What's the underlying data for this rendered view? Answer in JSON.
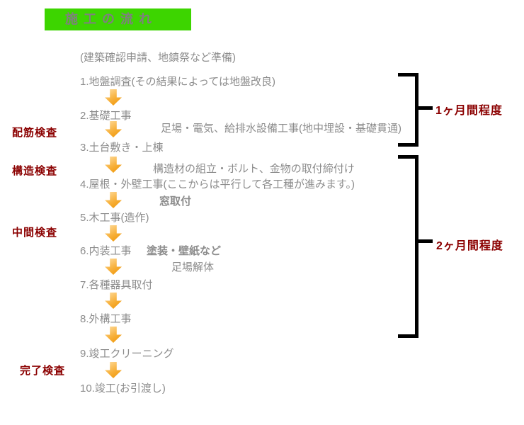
{
  "title": "施工の流れ",
  "colors": {
    "title-bg": "#3DD500",
    "title-text": "#7F7F7F",
    "body-text": "#8C8C8C",
    "accent-red": "#8B0000",
    "arrow-light": "#FFDFA3",
    "arrow-mid": "#F7B03A",
    "arrow-dark": "#EE9200",
    "bracket": "#000000"
  },
  "inspections": [
    {
      "label": "配筋検査"
    },
    {
      "label": "構造検査"
    },
    {
      "label": "中間検査"
    },
    {
      "label": "完了検査"
    }
  ],
  "flow": {
    "prep_note": "(建築確認申請、地鎮祭など準備)",
    "steps": [
      {
        "label": "1.地盤調査(その結果によっては地盤改良)"
      },
      {
        "label": "2.基礎工事"
      },
      {
        "label": "3.土台敷き・上棟"
      },
      {
        "label": "4.屋根・外壁工事(ここからは平行して各工種が進みます。)"
      },
      {
        "label": "5.木工事(造作)"
      },
      {
        "label": "6.内装工事"
      },
      {
        "label": "7.各種器具取付"
      },
      {
        "label": "8.外構工事"
      },
      {
        "label": "9.竣工クリーニング"
      },
      {
        "label": "10.竣工(お引渡し)"
      }
    ],
    "side_notes": [
      {
        "label": "足場・電気、給排水設備工事(地中埋設・基礎貫通)"
      },
      {
        "label": "構造材の組立・ボルト、金物の取付締付け"
      },
      {
        "label": "窓取付"
      },
      {
        "label": "塗装・壁紙など"
      },
      {
        "label": "足場解体"
      }
    ]
  },
  "durations": [
    {
      "label": "1ヶ月間程度"
    },
    {
      "label": "2ヶ月間程度"
    }
  ]
}
